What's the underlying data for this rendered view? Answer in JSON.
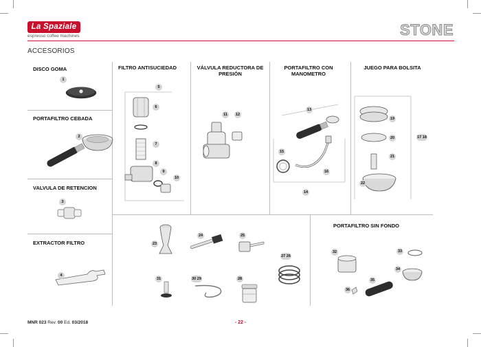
{
  "header": {
    "brand": "La Spaziale",
    "brand_sub": "espresso coffee machines",
    "model": "STONE",
    "brand_color": "#c8102e"
  },
  "section_title": "ACCESORIOS",
  "groups": {
    "disco_goma": "DISCO GOMA",
    "portafiltro_cebada": "PORTAFILTRO CEBADA",
    "valvula_retencion": "VALVULA DE RETENCION",
    "extractor_filtro": "EXTRACTOR FILTRO",
    "filtro_antisuciedad": "FILTRO ANTISUCIEDAD",
    "valvula_reductora": "VÁLVULA REDUCTORA DE PRESIÓN",
    "portafiltro_manometro": "PORTAFILTRO CON MANOMETRO",
    "juego_bolsita": "JUEGO PARA BOLSITA",
    "portafiltro_sin_fondo": "PORTAFILTRO SIN FONDO"
  },
  "callouts": {
    "c1": "1",
    "c2": "2",
    "c3": "3",
    "c4": "4",
    "c5": "5",
    "c6": "6",
    "c7": "7",
    "c8": "8",
    "c9": "9",
    "c10": "10",
    "c11": "11",
    "c12": "12",
    "c13": "13",
    "c14": "14",
    "c15": "15",
    "c16": "16",
    "c19": "19",
    "c20": "20",
    "c21": "21",
    "c22": "22",
    "c17_18": "17 18",
    "c23": "23",
    "c24": "24",
    "c25": "25",
    "c27_26": "27 26",
    "c28": "28",
    "c30_29": "30 29",
    "c31": "31",
    "c32": "32",
    "c33": "33",
    "c34": "34",
    "c35": "35",
    "c36": "36"
  },
  "footer": {
    "doc": "MNR 023",
    "rev_label": "Rev.",
    "rev": "00",
    "ed_label": "Ed.",
    "ed": "03/2018",
    "page": "- 22 -"
  }
}
